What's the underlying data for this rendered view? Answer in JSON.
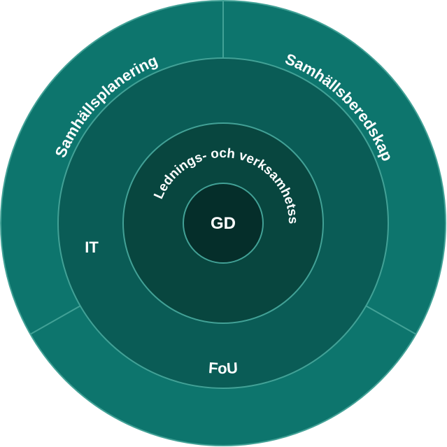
{
  "diagram": {
    "segments": {
      "top_left": "Samhällsplanering",
      "top_right": "Samhällsberedskap",
      "bottom": "FoU"
    },
    "rings": {
      "it": "IT",
      "support": "Lednings- och verksamhetsstöd",
      "core": "GD"
    }
  },
  "colors": {
    "outer_ring": "#0d756d",
    "it_ring": "#0a5c56",
    "support_ring": "#08463f",
    "core": "#052e2a",
    "divider": "#42a196",
    "text": "#ffffff"
  }
}
